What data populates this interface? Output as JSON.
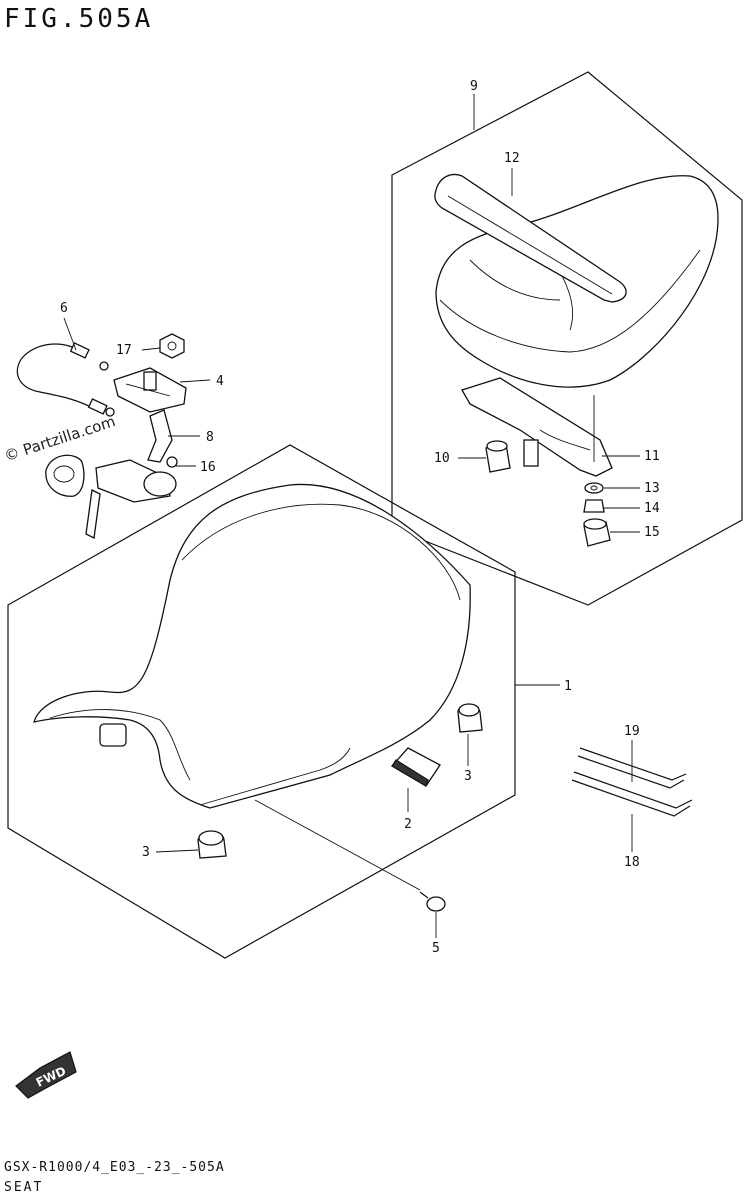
{
  "figure": {
    "title": "FIG.505A",
    "watermark": "© Partzilla.com",
    "footer_code": "GSX-R1000/4_E03_-23_-505A",
    "footer_name": "SEAT",
    "fwd_label": "FWD"
  },
  "callouts": [
    {
      "id": "label-1",
      "text": "1"
    },
    {
      "id": "label-2",
      "text": "2"
    },
    {
      "id": "label-3a",
      "text": "3"
    },
    {
      "id": "label-3b",
      "text": "3"
    },
    {
      "id": "label-4",
      "text": "4"
    },
    {
      "id": "label-5",
      "text": "5"
    },
    {
      "id": "label-6",
      "text": "6"
    },
    {
      "id": "label-8",
      "text": "8"
    },
    {
      "id": "label-9",
      "text": "9"
    },
    {
      "id": "label-10",
      "text": "10"
    },
    {
      "id": "label-11",
      "text": "11"
    },
    {
      "id": "label-12",
      "text": "12"
    },
    {
      "id": "label-13",
      "text": "13"
    },
    {
      "id": "label-14",
      "text": "14"
    },
    {
      "id": "label-15",
      "text": "15"
    },
    {
      "id": "label-16",
      "text": "16"
    },
    {
      "id": "label-17",
      "text": "17"
    },
    {
      "id": "label-18",
      "text": "18"
    },
    {
      "id": "label-19",
      "text": "19"
    }
  ]
}
